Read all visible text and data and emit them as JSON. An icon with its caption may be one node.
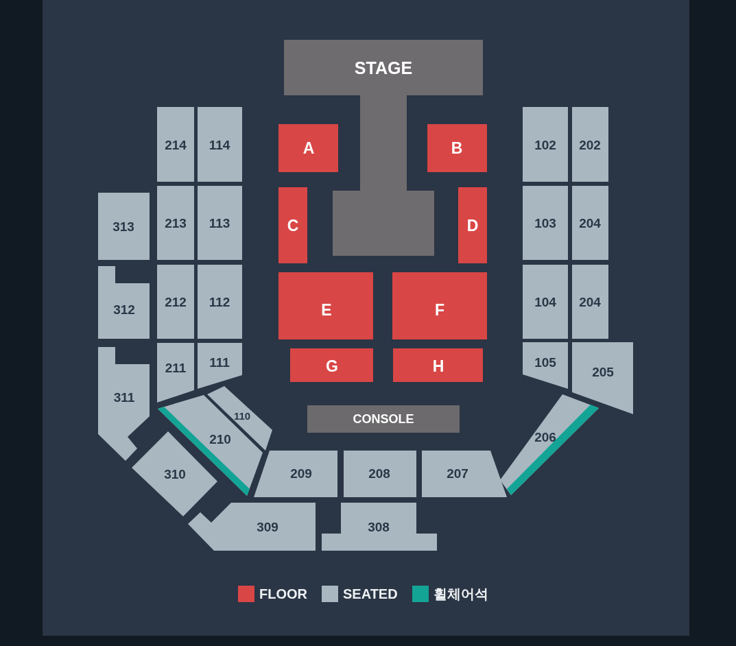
{
  "diagram": {
    "nodes": [
      {
        "text": [
          "STAGE"
        ]
      },
      {
        "text": [
          "A"
        ]
      },
      {
        "text": [
          "B"
        ]
      },
      {
        "text": [
          "C"
        ]
      },
      {
        "text": [
          "D"
        ]
      },
      {
        "text": [
          "E"
        ]
      },
      {
        "text": [
          "F"
        ]
      },
      {
        "text": [
          "G"
        ]
      },
      {
        "text": [
          "H"
        ]
      },
      {
        "text": [
          "CONSOLE"
        ]
      },
      {
        "text": [
          "214"
        ]
      },
      {
        "text": [
          "114"
        ]
      },
      {
        "text": [
          "102"
        ]
      },
      {
        "text": [
          "202"
        ]
      },
      {
        "text": [
          "313"
        ]
      },
      {
        "text": [
          "213"
        ]
      },
      {
        "text": [
          "113"
        ]
      },
      {
        "text": [
          "103"
        ]
      },
      {
        "text": [
          "204"
        ]
      },
      {
        "text": [
          "312"
        ]
      },
      {
        "text": [
          "212"
        ]
      },
      {
        "text": [
          "112"
        ]
      },
      {
        "text": [
          "104"
        ]
      },
      {
        "text": [
          "204"
        ]
      },
      {
        "text": [
          "311"
        ]
      },
      {
        "text": [
          "211"
        ]
      },
      {
        "text": [
          "111"
        ]
      },
      {
        "text": [
          "105"
        ]
      },
      {
        "text": [
          "205"
        ]
      },
      {
        "text": [
          "110"
        ]
      },
      {
        "text": [
          "210"
        ]
      },
      {
        "text": [
          "206"
        ]
      },
      {
        "text": [
          "310"
        ]
      },
      {
        "text": [
          "209"
        ]
      },
      {
        "text": [
          "208"
        ]
      },
      {
        "text": [
          "207"
        ]
      },
      {
        "text": [
          "309"
        ]
      },
      {
        "text": [
          "308"
        ]
      }
    ],
    "legend": [
      {
        "text": "FLOOR",
        "color": "#d94646"
      },
      {
        "text": "SEATED",
        "color": "#a8b7c0"
      },
      {
        "text": "휠체어석",
        "color": "#13a496"
      }
    ]
  }
}
